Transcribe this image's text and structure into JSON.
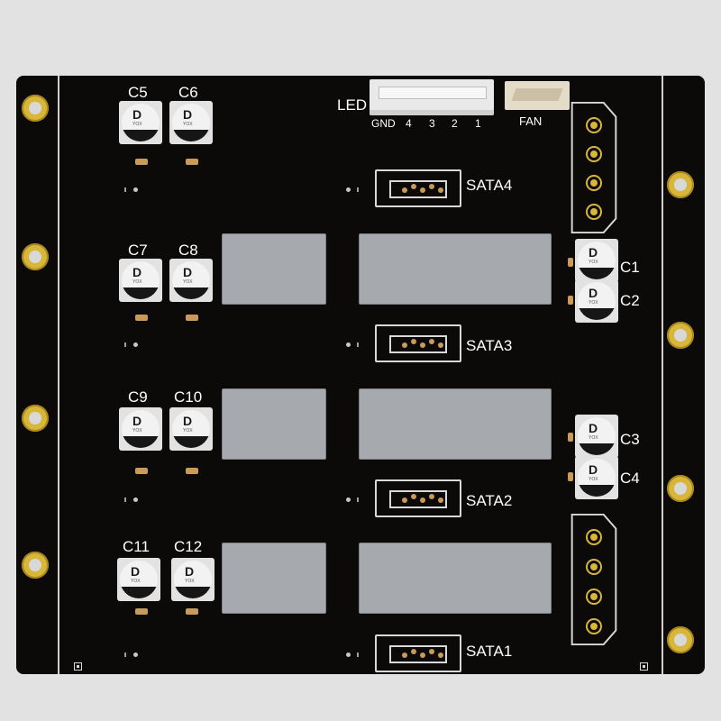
{
  "led_connector": {
    "label": "LED",
    "pins": [
      "GND",
      "4",
      "3",
      "2",
      "1"
    ]
  },
  "fan_connector": {
    "label": "FAN"
  },
  "sata_connectors": [
    "SATA4",
    "SATA3",
    "SATA2",
    "SATA1"
  ],
  "capacitors_left": [
    "C5",
    "C6",
    "C7",
    "C8",
    "C9",
    "C10",
    "C11",
    "C12"
  ],
  "capacitors_right": [
    "C1",
    "C2",
    "C3",
    "C4"
  ],
  "cap_marking": "D",
  "cap_sub_marking": "YOX",
  "colors": {
    "board": "#0b0a08",
    "gold": "#d8b63a",
    "pad": "#a6a9ae",
    "silk": "#ffffff"
  }
}
